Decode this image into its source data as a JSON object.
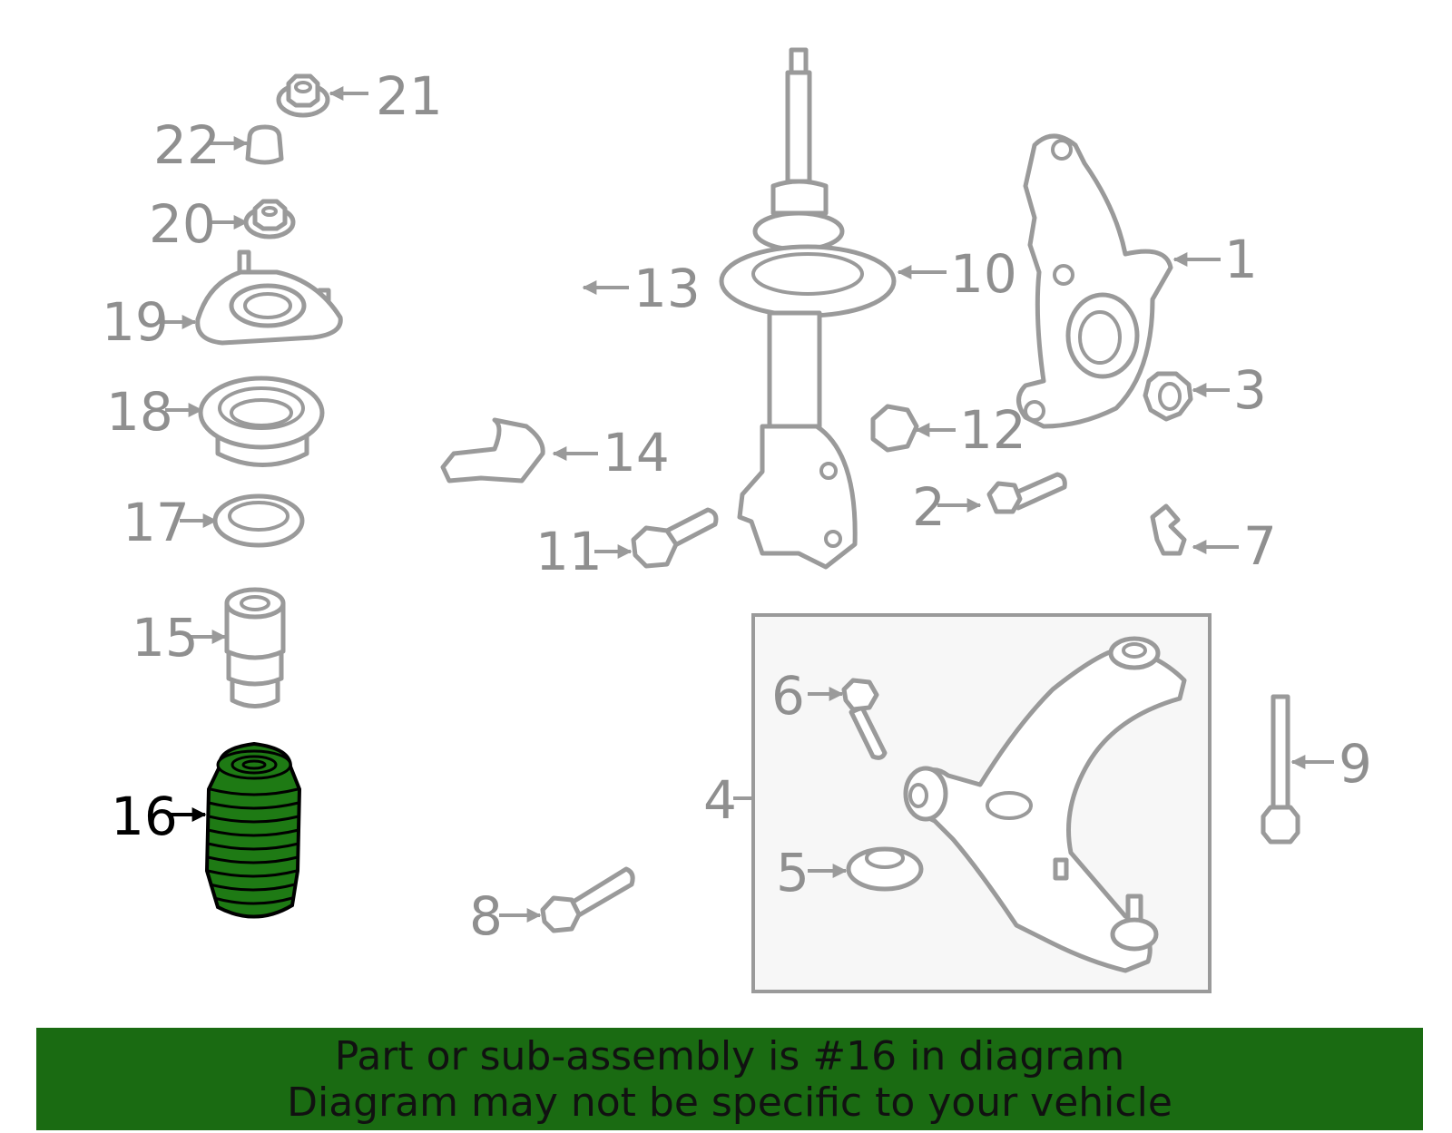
{
  "colors": {
    "banner": "#1a6b12",
    "highlight_part": "#1e7a14",
    "line_art": "#9a9a9a",
    "callout_text": "#8f8f8f",
    "highlight_text": "#000000",
    "box_fill": "#f7f7f7"
  },
  "highlighted_part": "16",
  "callouts": {
    "p1": "1",
    "p2": "2",
    "p3": "3",
    "p4": "4",
    "p5": "5",
    "p6": "6",
    "p7": "7",
    "p8": "8",
    "p9": "9",
    "p10": "10",
    "p11": "11",
    "p12": "12",
    "p13": "13",
    "p14": "14",
    "p15": "15",
    "p16": "16",
    "p17": "17",
    "p18": "18",
    "p19": "19",
    "p20": "20",
    "p21": "21",
    "p22": "22"
  },
  "footer": {
    "line1": "Part or sub-assembly is #16 in diagram",
    "line2": "Diagram may not be specific to your vehicle"
  }
}
